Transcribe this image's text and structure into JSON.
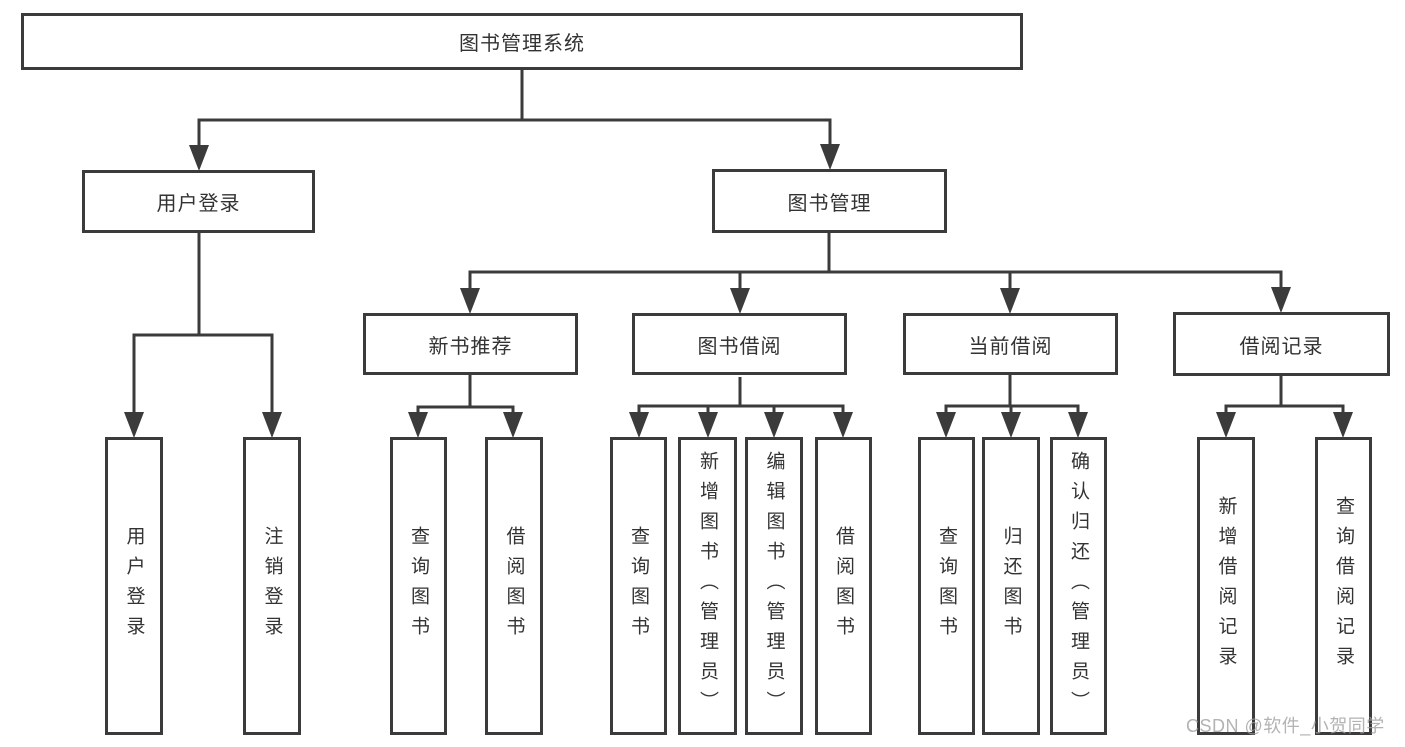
{
  "diagram_title": "图书管理系统",
  "nodes": {
    "root": "图书管理系统",
    "user_login": "用户登录",
    "book_management": "图书管理",
    "new_book_recommend": "新书推荐",
    "book_borrow": "图书借阅",
    "current_borrow": "当前借阅",
    "borrow_record": "借阅记录",
    "leaf_user_login": "用户登录",
    "leaf_logout": "注销登录",
    "leaf_query_books_recommend": "查询图书",
    "leaf_borrow_books_recommend": "借阅图书",
    "leaf_query_books_borrow": "查询图书",
    "leaf_add_books_admin": "新增图书（管理员）",
    "leaf_edit_books_admin": "编辑图书（管理员）",
    "leaf_borrow_books_borrow": "借阅图书",
    "leaf_query_books_current": "查询图书",
    "leaf_return_books": "归还图书",
    "leaf_confirm_return_admin": "确认归还（管理员）",
    "leaf_add_borrow_record": "新增借阅记录",
    "leaf_query_borrow_record": "查询借阅记录"
  },
  "edges": [
    {
      "from": "图书管理系统",
      "to": "用户登录"
    },
    {
      "from": "图书管理系统",
      "to": "图书管理"
    },
    {
      "from": "用户登录",
      "to": "用户登录"
    },
    {
      "from": "用户登录",
      "to": "注销登录"
    },
    {
      "from": "图书管理",
      "to": "新书推荐"
    },
    {
      "from": "图书管理",
      "to": "图书借阅"
    },
    {
      "from": "图书管理",
      "to": "当前借阅"
    },
    {
      "from": "图书管理",
      "to": "借阅记录"
    },
    {
      "from": "新书推荐",
      "to": "查询图书"
    },
    {
      "from": "新书推荐",
      "to": "借阅图书"
    },
    {
      "from": "图书借阅",
      "to": "查询图书"
    },
    {
      "from": "图书借阅",
      "to": "新增图书（管理员）"
    },
    {
      "from": "图书借阅",
      "to": "编辑图书（管理员）"
    },
    {
      "from": "图书借阅",
      "to": "借阅图书"
    },
    {
      "from": "当前借阅",
      "to": "查询图书"
    },
    {
      "from": "当前借阅",
      "to": "归还图书"
    },
    {
      "from": "当前借阅",
      "to": "确认归还（管理员）"
    },
    {
      "from": "借阅记录",
      "to": "新增借阅记录"
    },
    {
      "from": "借阅记录",
      "to": "查询借阅记录"
    }
  ],
  "watermark": "CSDN @软件_小贺同学",
  "colors": {
    "line": "#3b3b3b",
    "text": "#333333",
    "watermark": "#a0a0a0",
    "background": "#ffffff"
  }
}
